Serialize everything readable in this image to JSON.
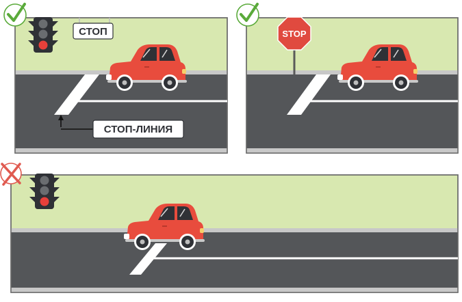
{
  "panels": [
    {
      "verdict": "correct",
      "control": "traffic-light",
      "signal_state": "red",
      "sign_text": "СТОП",
      "callout_text": "СТОП-ЛИНИЯ",
      "car_position": "before-stop-line"
    },
    {
      "verdict": "correct",
      "control": "stop-sign",
      "sign_text": "STOP",
      "car_position": "before-stop-line"
    },
    {
      "verdict": "incorrect",
      "control": "traffic-light",
      "signal_state": "red",
      "car_position": "past-stop-line"
    }
  ],
  "icons": {
    "correct": "check-mark-icon",
    "incorrect": "cross-mark-icon"
  },
  "colors": {
    "grass": "#d8e8b0",
    "road": "#545659",
    "car": "#e84c3d",
    "stop_sign": "#e04a3f",
    "check": "#5aaa3a",
    "cross": "#e05a50",
    "red_signal": "#e8403a"
  }
}
